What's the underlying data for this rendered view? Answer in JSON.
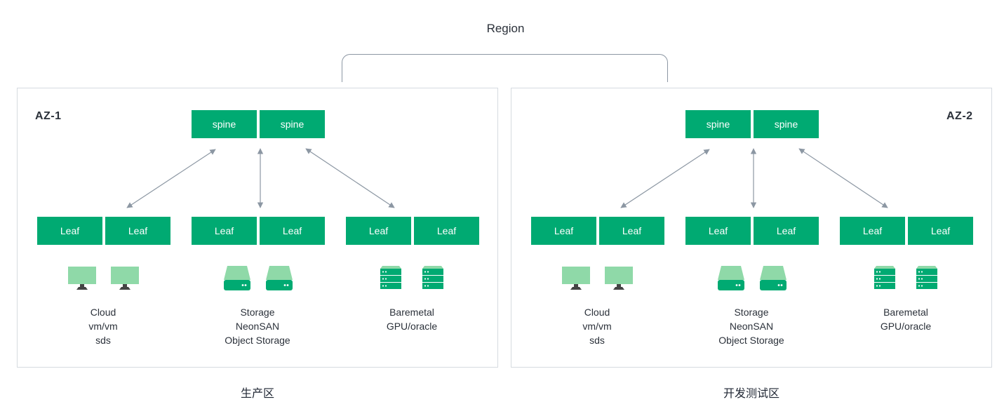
{
  "region": {
    "title": "Region"
  },
  "zones": [
    {
      "az_label": "AZ-1",
      "zone_label": "生产区",
      "spines": [
        "spine",
        "spine"
      ],
      "groups": [
        {
          "leaves": [
            "Leaf",
            "Leaf"
          ],
          "icon": "monitor-icon",
          "lines": [
            "Cloud",
            "vm/vm",
            "sds"
          ]
        },
        {
          "leaves": [
            "Leaf",
            "Leaf"
          ],
          "icon": "storage-drive-icon",
          "lines": [
            "Storage",
            "NeonSAN",
            "Object Storage"
          ]
        },
        {
          "leaves": [
            "Leaf",
            "Leaf"
          ],
          "icon": "server-rack-icon",
          "lines": [
            "Baremetal",
            "GPU/oracle"
          ]
        }
      ]
    },
    {
      "az_label": "AZ-2",
      "zone_label": "开发测试区",
      "spines": [
        "spine",
        "spine"
      ],
      "groups": [
        {
          "leaves": [
            "Leaf",
            "Leaf"
          ],
          "icon": "monitor-icon",
          "lines": [
            "Cloud",
            "vm/vm",
            "sds"
          ]
        },
        {
          "leaves": [
            "Leaf",
            "Leaf"
          ],
          "icon": "storage-drive-icon",
          "lines": [
            "Storage",
            "NeonSAN",
            "Object Storage"
          ]
        },
        {
          "leaves": [
            "Leaf",
            "Leaf"
          ],
          "icon": "server-rack-icon",
          "lines": [
            "Baremetal",
            "GPU/oracle"
          ]
        }
      ]
    }
  ],
  "colors": {
    "node_fill": "#00aa72",
    "icon_light": "#8fd9a8",
    "icon_dark": "#00aa72",
    "border": "#d6dbe0",
    "link": "#8c97a3"
  }
}
